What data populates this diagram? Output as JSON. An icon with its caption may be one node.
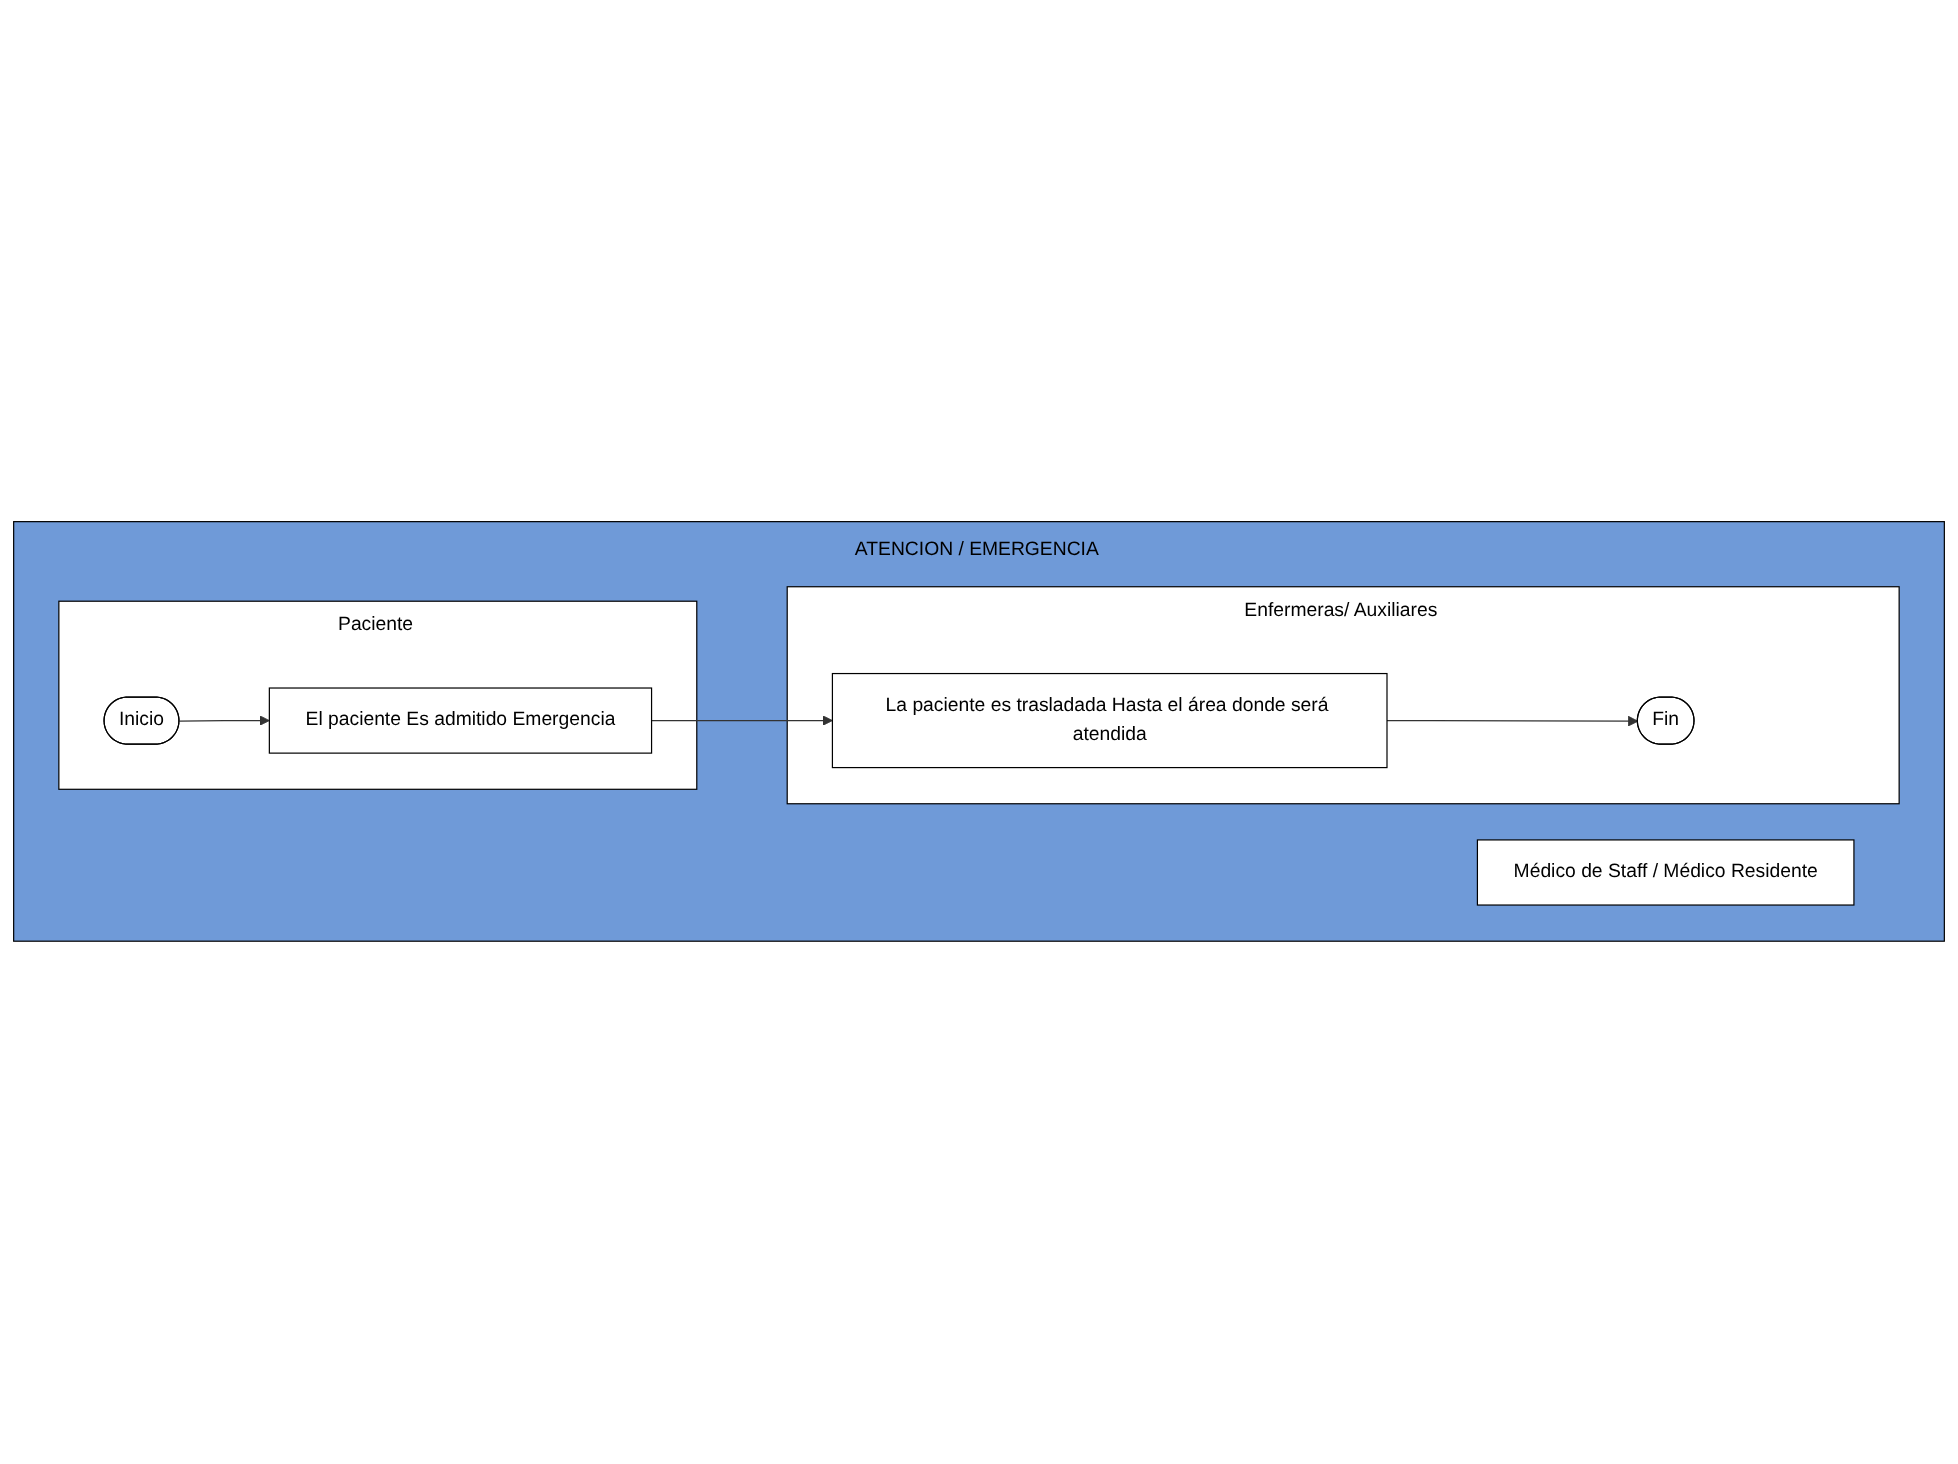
{
  "diagram": {
    "nodes": [
      {
        "text": [
          "ATENCION / EMERGENCIA"
        ]
      },
      {
        "text": [
          "Paciente"
        ],
        "in": 0
      },
      {
        "text": [
          "Inicio"
        ],
        "in": 1
      },
      {
        "text": [
          "El paciente Es admitido Emergencia"
        ],
        "in": 1
      },
      {
        "text": [
          "Médico de Staff / Médico Residente"
        ],
        "in": 0
      },
      {
        "text": [
          "Enfermeras/ Auxiliares"
        ],
        "in": 0
      },
      {
        "text": [
          "La paciente es trasladada Hasta el área donde será atendida"
        ],
        "in": 5
      },
      {
        "text": [
          "Fin"
        ],
        "in": 5
      }
    ],
    "edges": [
      {
        "from": 2,
        "to": 3,
        "arrow": "to"
      },
      {
        "from": 3,
        "to": 6,
        "arrow": "to"
      },
      {
        "from": 6,
        "to": 7,
        "arrow": "to"
      }
    ]
  }
}
